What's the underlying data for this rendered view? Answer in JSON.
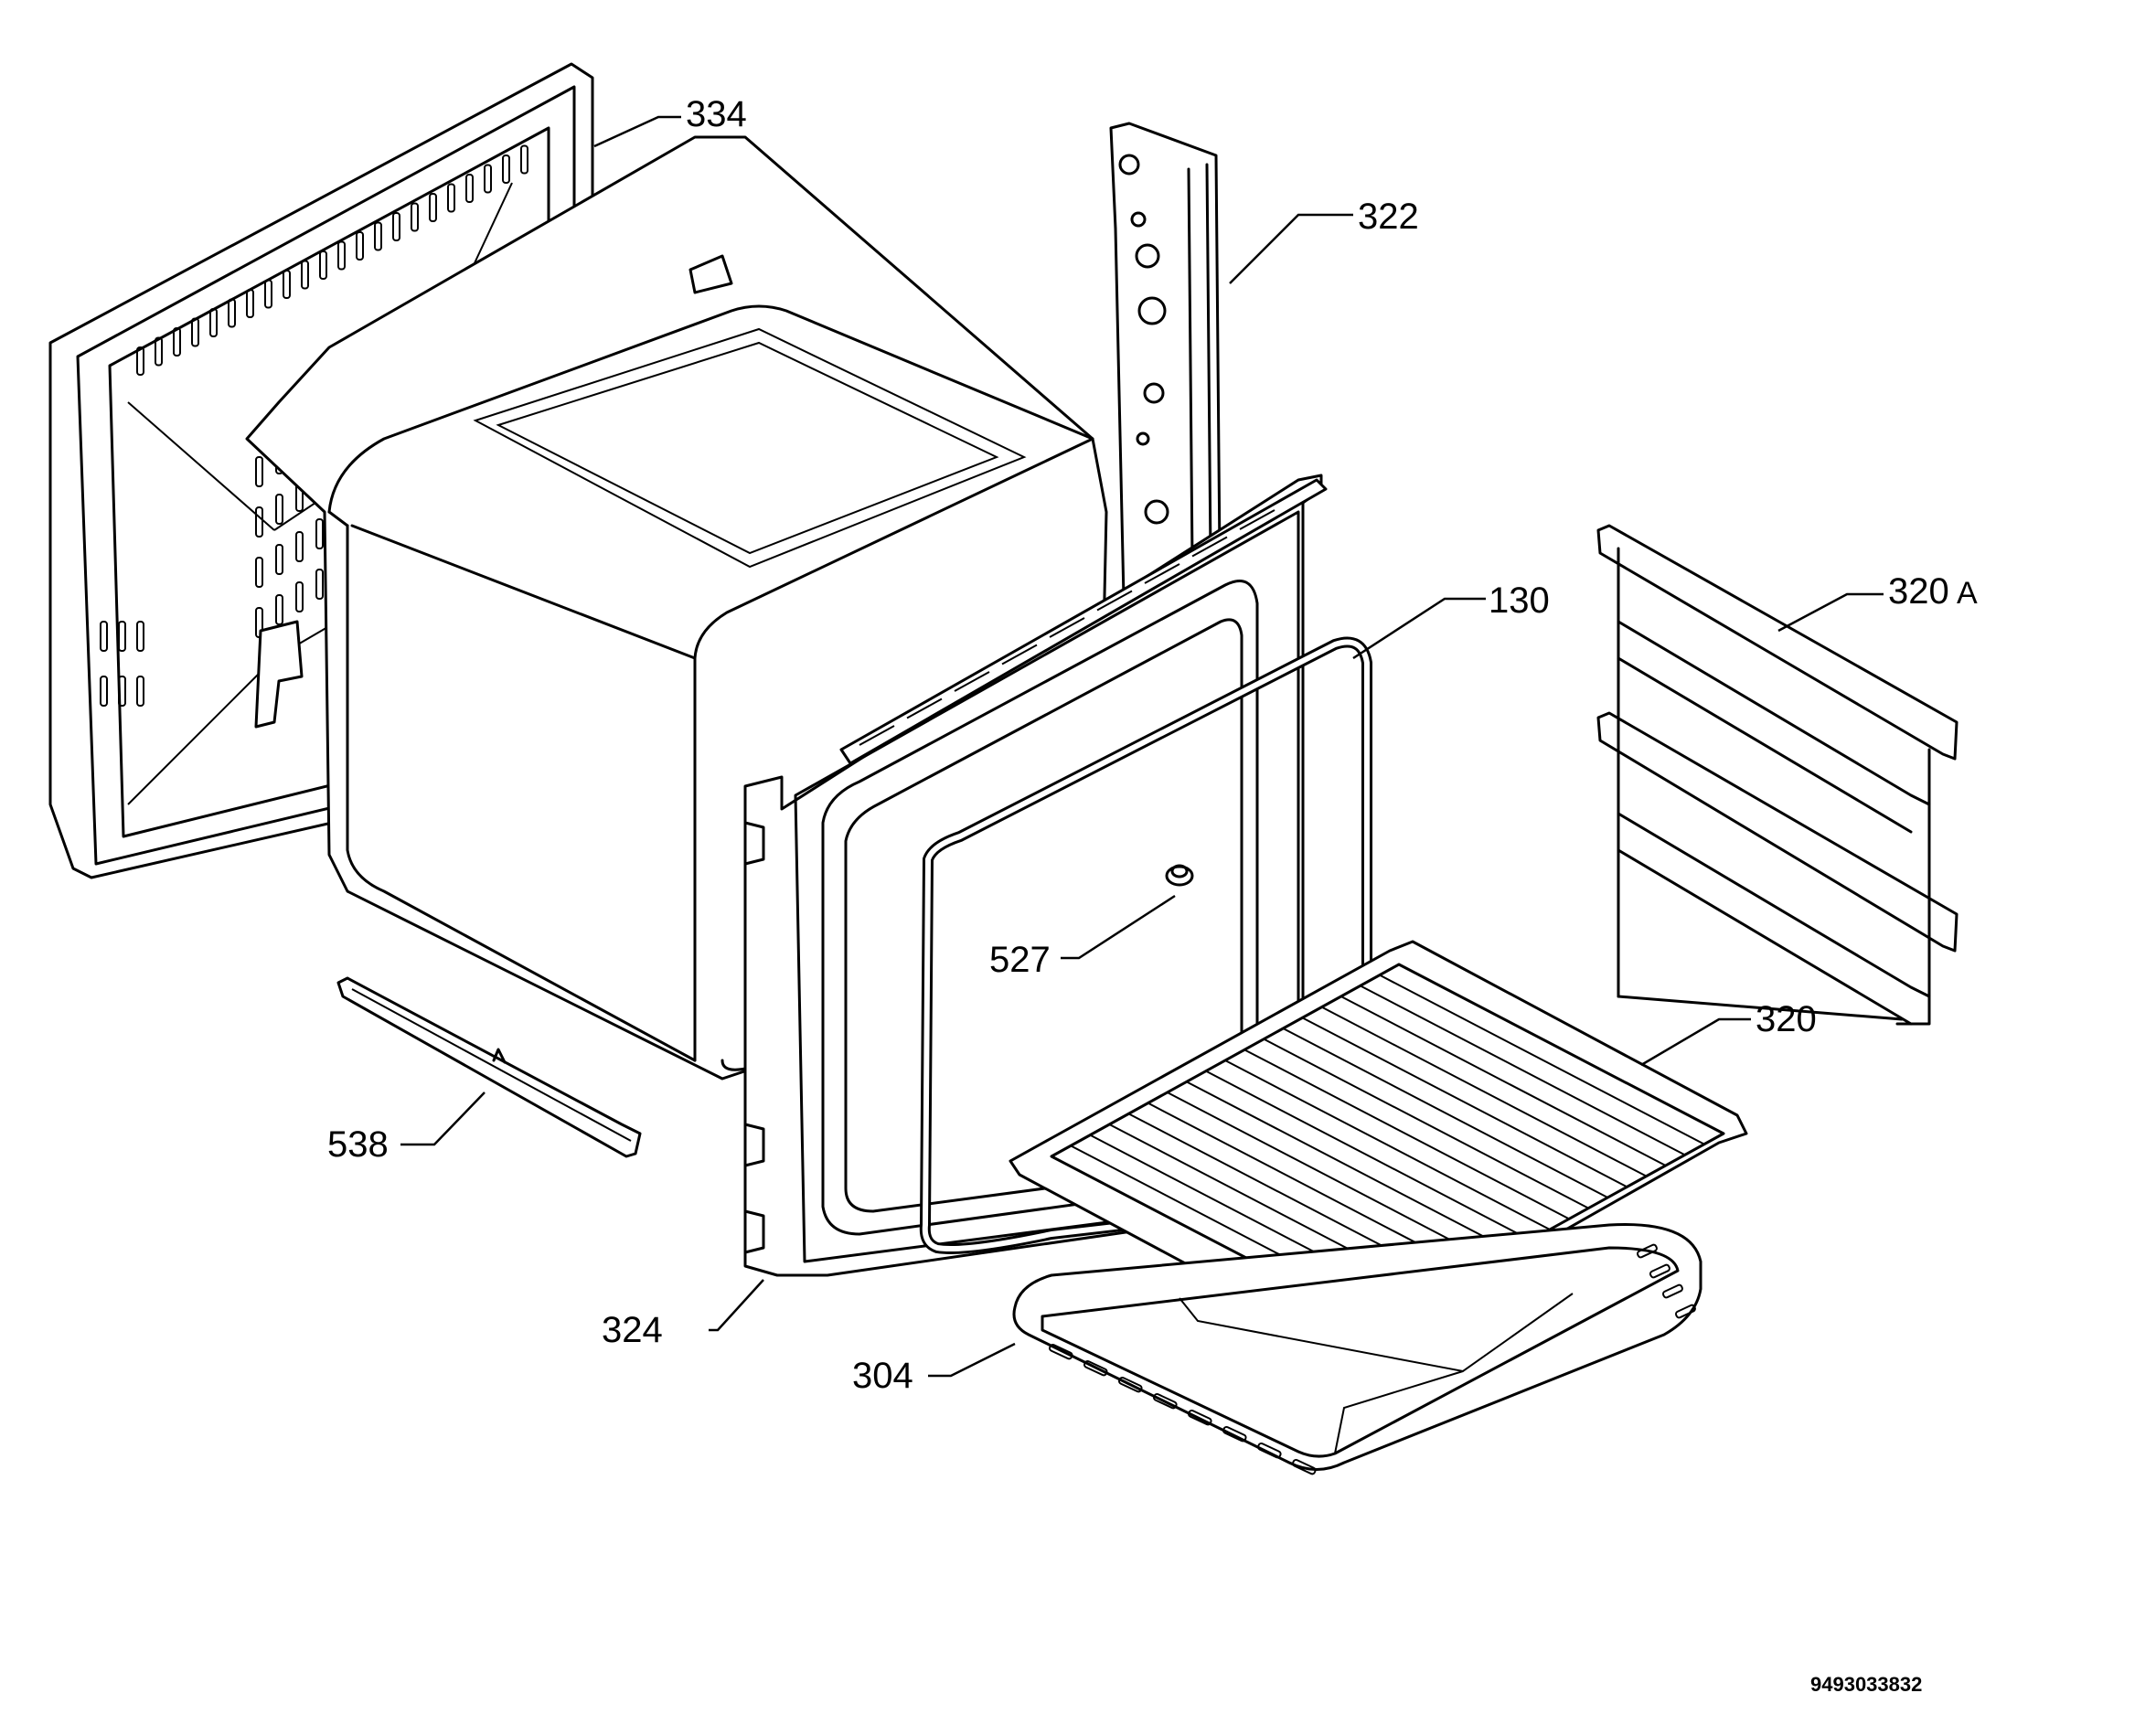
{
  "labels": {
    "p334": "334",
    "p322": "322",
    "p130": "130",
    "p320a_num": "320",
    "p320a_suffix": "A",
    "p527": "527",
    "p320": "320",
    "p538": "538",
    "p324": "324",
    "p304": "304"
  },
  "document_code": "9493033832"
}
